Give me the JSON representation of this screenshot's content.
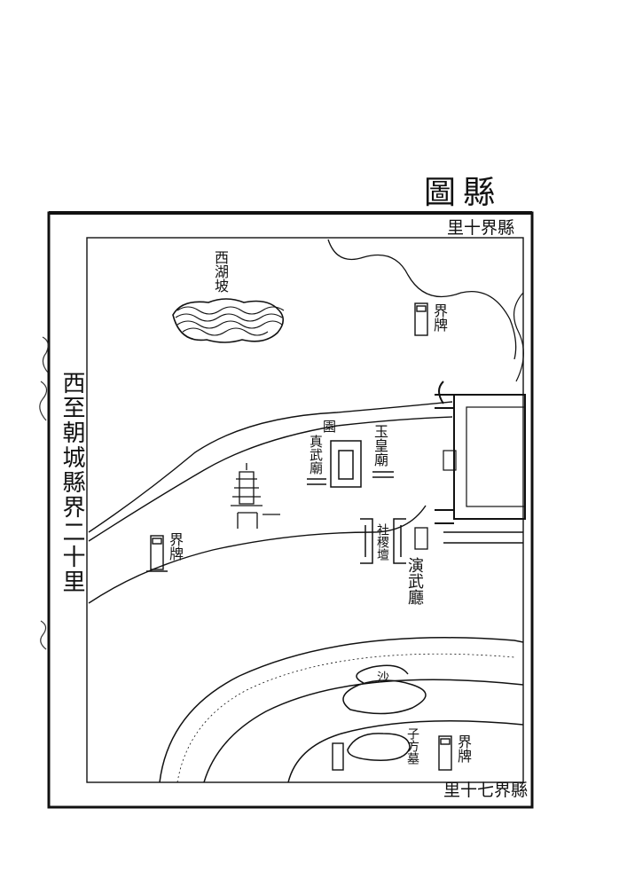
{
  "sheet": {
    "title": "縣圖",
    "title_reading": "rtl"
  },
  "borders": {
    "top": "縣界十里",
    "bottom": "縣界七十里",
    "west": "西至朝城縣界二十里"
  },
  "labels": {
    "xihu_po": "西湖坡",
    "jiebei_ne": "界牌",
    "jiebei_w": "界牌",
    "jiebei_se": "界牌",
    "yuan": "園",
    "zhenwu_miao": "真武廟",
    "yuhuang_miao": "玉皇廟",
    "she_ji_tan": "社稷壇",
    "ting_wu": "演武廳",
    "zi_fang_mu": "子方墓",
    "sha": "沙"
  },
  "colors": {
    "ink": "#111111",
    "paper": "#ffffff"
  }
}
